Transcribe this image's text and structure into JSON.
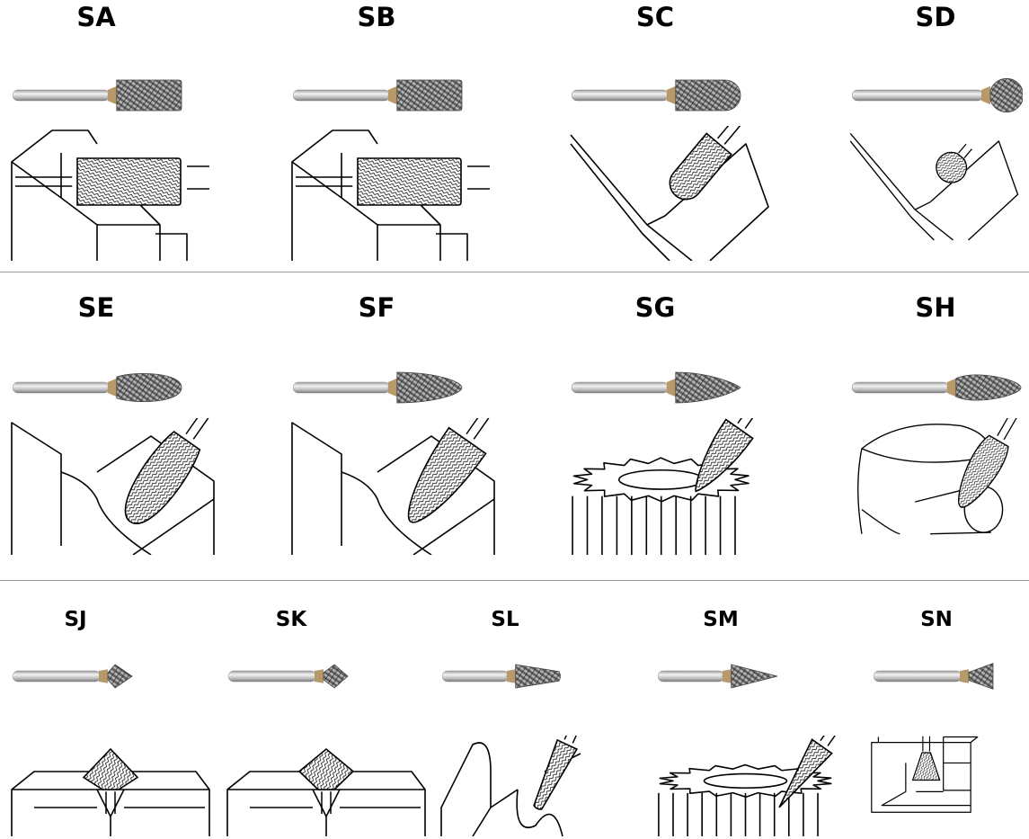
{
  "rows": [
    {
      "items": [
        {
          "label": "SA",
          "shape": "cylinder",
          "scene": "vise"
        },
        {
          "label": "SB",
          "shape": "cylinder",
          "scene": "vise"
        },
        {
          "label": "SC",
          "shape": "cylinder-ball-nose",
          "scene": "corner"
        },
        {
          "label": "SD",
          "shape": "ball",
          "scene": "corner-ball"
        }
      ]
    },
    {
      "items": [
        {
          "label": "SE",
          "shape": "oval",
          "scene": "groove"
        },
        {
          "label": "SF",
          "shape": "tree-radius",
          "scene": "groove"
        },
        {
          "label": "SG",
          "shape": "tree-pointed",
          "scene": "gear"
        },
        {
          "label": "SH",
          "shape": "flame",
          "scene": "round"
        }
      ]
    },
    {
      "items": [
        {
          "label": "SJ",
          "shape": "countersink-60",
          "scene": "vgroove"
        },
        {
          "label": "SK",
          "shape": "countersink-90",
          "scene": "vgroove"
        },
        {
          "label": "SL",
          "shape": "taper-radius",
          "scene": "slot"
        },
        {
          "label": "SM",
          "shape": "cone",
          "scene": "gear-small"
        },
        {
          "label": "SN",
          "shape": "inverted-cone",
          "scene": "box"
        }
      ]
    }
  ],
  "colors": {
    "divider": "#9a9a9a",
    "ink": "#000000"
  }
}
